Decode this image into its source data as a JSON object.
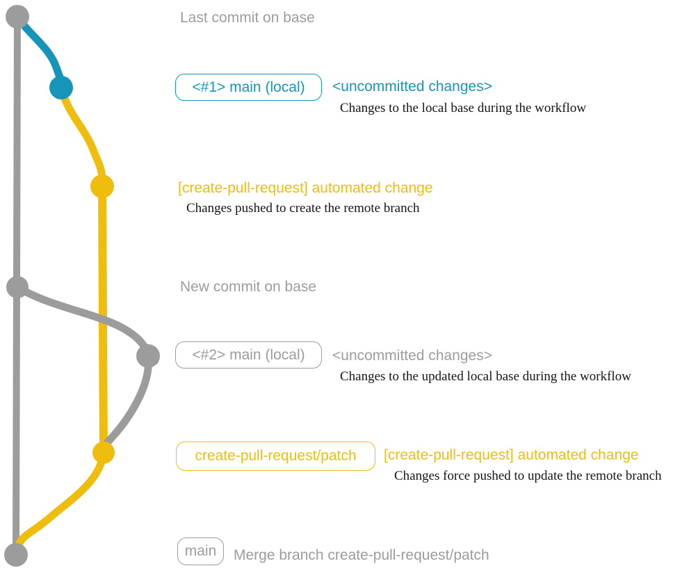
{
  "colors": {
    "gray": "#9c9c9c",
    "teal": "#1695b8",
    "yellow": "#eebd0e",
    "desc_text": "#151515",
    "background": "#ffffff"
  },
  "timeline": {
    "last_commit_label": "Last commit on base",
    "new_commit_label": "New commit on base"
  },
  "step1": {
    "branch_badge": "<#1> main (local)",
    "title": "<uncommitted changes>",
    "description": "Changes to the local base during the workflow"
  },
  "step2": {
    "title": "[create-pull-request] automated change",
    "description": "Changes pushed to create the remote branch"
  },
  "step3": {
    "branch_badge": "<#2> main (local)",
    "title": "<uncommitted changes>",
    "description": "Changes to the updated local base during the workflow"
  },
  "step4": {
    "branch_badge": "create-pull-request/patch",
    "title": "[create-pull-request] automated change",
    "description": "Changes force pushed to update the remote branch"
  },
  "merge": {
    "branch_badge": "main",
    "label": "Merge branch create-pull-request/patch"
  }
}
